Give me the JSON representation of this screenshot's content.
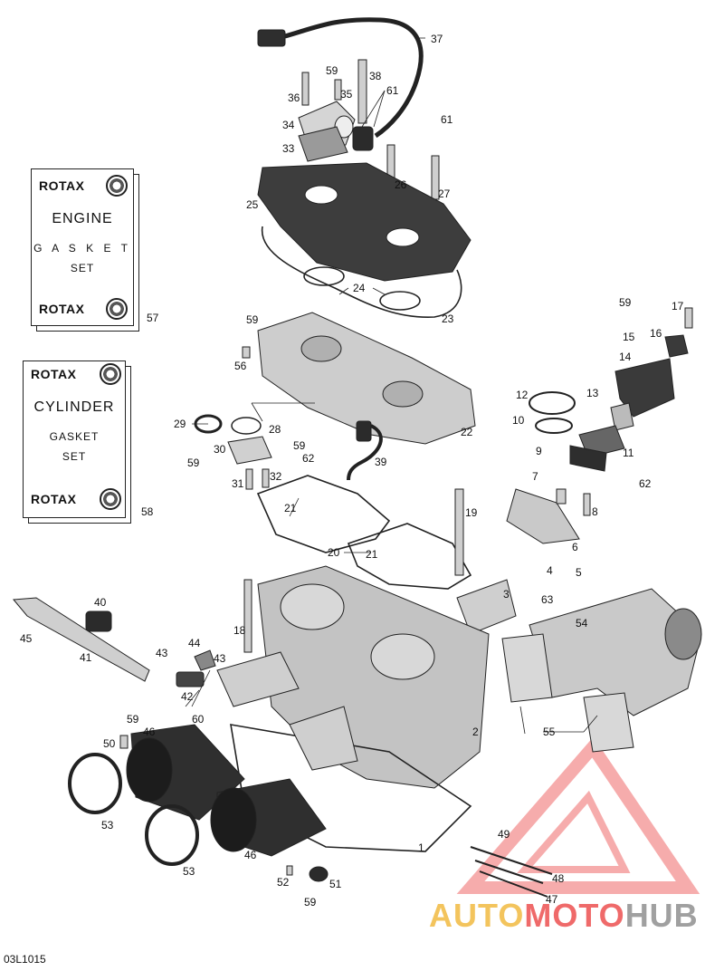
{
  "diagram": {
    "document_code": "03L1015",
    "part_numbers": [
      "37",
      "59",
      "38",
      "36",
      "35",
      "61",
      "61",
      "34",
      "33",
      "26",
      "27",
      "25",
      "24",
      "23",
      "59",
      "56",
      "22",
      "29",
      "28",
      "30",
      "59",
      "62",
      "39",
      "59",
      "32",
      "31",
      "21",
      "20",
      "21",
      "19",
      "17",
      "59",
      "16",
      "15",
      "14",
      "12",
      "13",
      "10",
      "11",
      "9",
      "62",
      "7",
      "8",
      "6",
      "4",
      "5",
      "3",
      "63",
      "40",
      "45",
      "41",
      "18",
      "44",
      "43",
      "43",
      "42",
      "60",
      "54",
      "59",
      "50",
      "46",
      "55",
      "2",
      "53",
      "46",
      "53",
      "1",
      "49",
      "48",
      "52",
      "51",
      "59",
      "47"
    ],
    "kits": [
      {
        "brand": "ROTAX",
        "title": "ENGINE",
        "line1": "G A S K E T",
        "line2": "SET",
        "number": "57"
      },
      {
        "brand": "ROTAX",
        "title": "CYLINDER",
        "line1": "GASKET",
        "line2": "SET",
        "number": "58"
      }
    ],
    "watermark": {
      "part1": "AUTO",
      "part2": "MOTO",
      "part3": "HUB"
    },
    "colors": {
      "watermark_yellow": "#f3c45d",
      "watermark_red": "#ef6a6a",
      "watermark_gray": "#a0a0a0",
      "line": "#222222",
      "part_fill": "#c9c9c9",
      "dark_part": "#3a3a3a"
    }
  }
}
